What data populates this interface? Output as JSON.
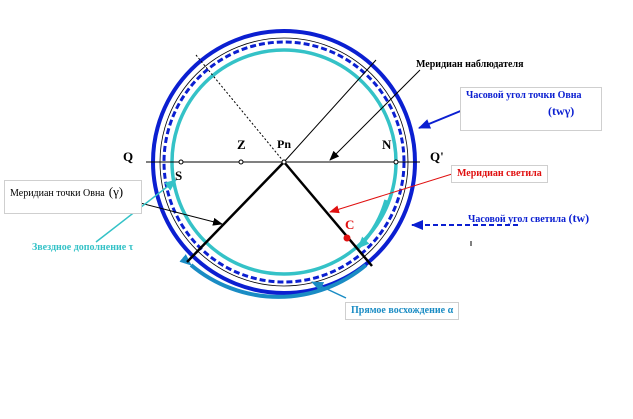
{
  "points": {
    "Q": "Q",
    "Q_prime": "Q'",
    "Z": "Z",
    "Pn": "Pn",
    "N": "N",
    "S": "S",
    "C": "C"
  },
  "labels": {
    "observer_meridian": "Меридиан наблюдателя",
    "aries_hour_angle": "Часовой угол точки Овна",
    "aries_hour_angle_symbol": "(twγ)",
    "star_meridian": "Меридиан светила",
    "aries_meridian": "Меридиан точки Овна",
    "aries_meridian_symbol": "(γ)",
    "star_hour_angle": "Часовой угол светила",
    "star_hour_angle_symbol": "(tw)",
    "sidereal_complement": "Звездное дополнение τ",
    "right_ascension": "Прямое восхождение α"
  },
  "colors": {
    "dark_blue": "#0b1fd1",
    "teal": "#34c2c7",
    "steel_blue": "#1a8cc4",
    "red": "#e01010",
    "black": "#000000"
  }
}
